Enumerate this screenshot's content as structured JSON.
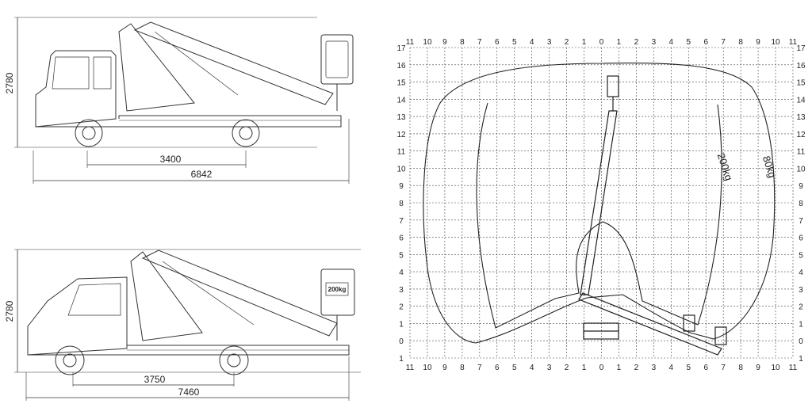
{
  "truck_top": {
    "height_label": "2780",
    "wheelbase_label": "3400",
    "length_label": "6842"
  },
  "truck_bottom": {
    "height_label": "2780",
    "wheelbase_label": "3750",
    "length_label": "7460",
    "basket_tag": "200kg"
  },
  "reach_chart": {
    "x_ticks": [
      "11",
      "10",
      "9",
      "8",
      "7",
      "6",
      "5",
      "4",
      "3",
      "2",
      "1",
      "0",
      "1",
      "2",
      "3",
      "4",
      "5",
      "6",
      "7",
      "8",
      "9",
      "10",
      "11"
    ],
    "y_ticks": [
      "17",
      "16",
      "15",
      "14",
      "13",
      "12",
      "11",
      "10",
      "9",
      "8",
      "7",
      "6",
      "5",
      "4",
      "3",
      "2",
      "1",
      "0",
      "1"
    ],
    "inner_envelope_label": "200kg",
    "outer_envelope_label": "80kg"
  }
}
